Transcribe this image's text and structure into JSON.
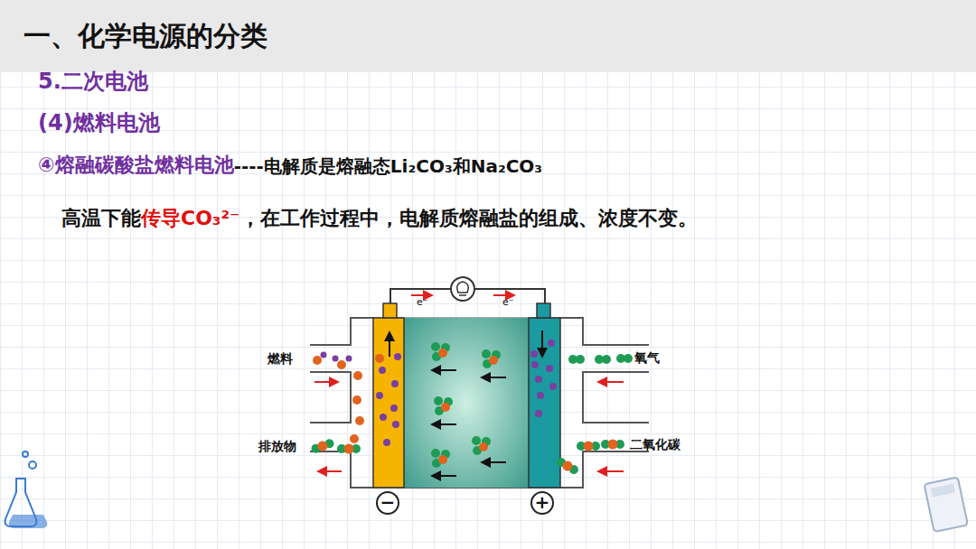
{
  "diagram": {
    "title": "一、化学电源的分类",
    "labels": [
      "5.二次电池",
      "(4)燃料电池",
      "④熔融碳酸盐燃料电池",
      "----电解质是熔融态Li₂CO₃和Na₂CO₃",
      "高温下能",
      "传导CO₃²⁻",
      "，在工作过程中，电解质熔融盐的组成、浓度不变。",
      "e⁻",
      "e⁻",
      "燃料",
      "氧气",
      "排放物",
      "二氧化碳",
      "−",
      "+"
    ]
  }
}
